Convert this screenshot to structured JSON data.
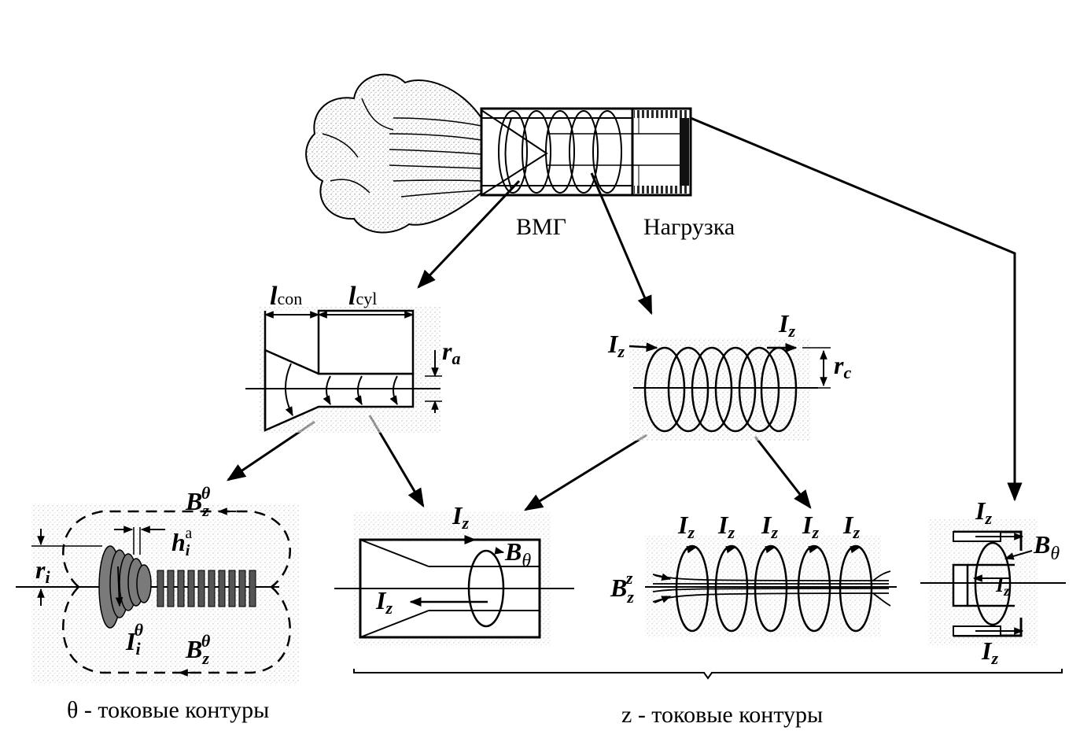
{
  "labels": {
    "vmg": "ВМГ",
    "load": "Нагрузка",
    "l_con_main": "l",
    "l_con_sub": "con",
    "l_cyl_main": "l",
    "l_cyl_sub": "cyl",
    "r_a_main": "r",
    "r_a_sub": "a",
    "r_c_main": "r",
    "r_c_sub": "c",
    "r_i_main": "r",
    "r_i_sub": "i",
    "h_i_main": "h",
    "h_i_sub": "i",
    "h_i_sup": "a",
    "I_i_main": "I",
    "I_i_sub": "i",
    "I_i_sup": "θ",
    "B_z_main": "B",
    "B_z_sub": "z",
    "B_z_sup_theta": "θ",
    "B_z_sup_z": "z",
    "B_theta_main": "B",
    "B_theta_sub": "θ",
    "I_z_main": "I",
    "I_z_sub": "z",
    "theta_caption": "θ - токовые контуры",
    "z_caption": "z - токовые контуры"
  }
}
